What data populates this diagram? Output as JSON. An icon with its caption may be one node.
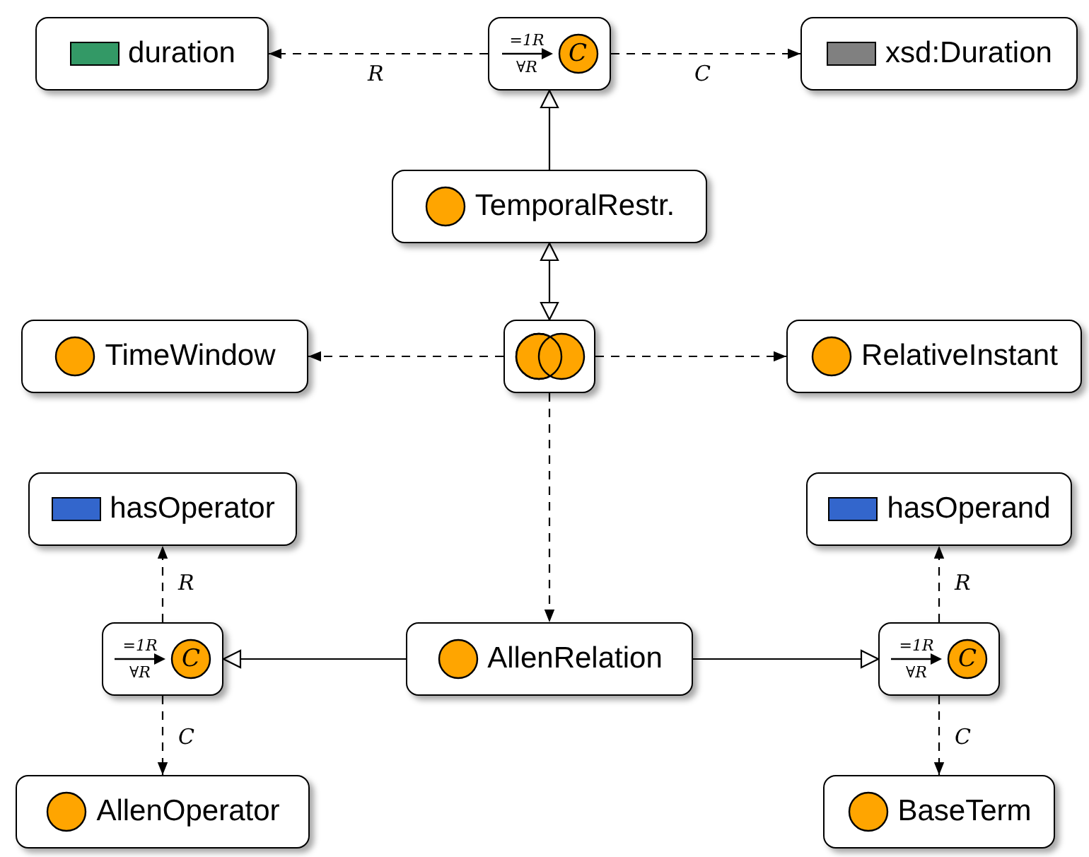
{
  "diagram": {
    "nodes": [
      {
        "text": [
          "duration"
        ]
      },
      {
        "text": [
          "=1R",
          "∀R",
          "C"
        ]
      },
      {
        "text": [
          "xsd:Duration"
        ]
      },
      {
        "text": [
          "TemporalRestr."
        ]
      },
      {
        "text": [
          "TimeWindow"
        ]
      },
      {
        "text": [],
        "shape": "circle"
      },
      {
        "text": [
          "RelativeInstant"
        ]
      },
      {
        "text": [
          "hasOperator"
        ]
      },
      {
        "text": [
          "hasOperand"
        ]
      },
      {
        "text": [
          "=1R",
          "∀R",
          "C"
        ]
      },
      {
        "text": [
          "AllenRelation"
        ]
      },
      {
        "text": [
          "=1R",
          "∀R",
          "C"
        ]
      },
      {
        "text": [
          "AllenOperator"
        ]
      },
      {
        "text": [
          "BaseTerm"
        ]
      }
    ],
    "edges": [
      {
        "from": 1,
        "to": 0,
        "arrow": "to",
        "style": "dashed",
        "label": "R"
      },
      {
        "from": 1,
        "to": 2,
        "arrow": "to",
        "style": "dashed",
        "label": "C"
      },
      {
        "from": 3,
        "to": 1,
        "arrow": "to"
      },
      {
        "from": 5,
        "to": 3,
        "arrow": "both"
      },
      {
        "from": 5,
        "to": 4,
        "arrow": "to",
        "style": "dashed"
      },
      {
        "from": 5,
        "to": 6,
        "arrow": "to",
        "style": "dashed"
      },
      {
        "from": 5,
        "to": 10,
        "arrow": "to",
        "style": "dashed"
      },
      {
        "from": 10,
        "to": 9,
        "arrow": "to"
      },
      {
        "from": 10,
        "to": 11,
        "arrow": "to"
      },
      {
        "from": 9,
        "to": 7,
        "arrow": "to",
        "style": "dashed",
        "label": "R"
      },
      {
        "from": 9,
        "to": 12,
        "arrow": "to",
        "style": "dashed",
        "label": "C"
      },
      {
        "from": 11,
        "to": 8,
        "arrow": "to",
        "style": "dashed",
        "label": "R"
      },
      {
        "from": 11,
        "to": 13,
        "arrow": "to",
        "style": "dashed",
        "label": "C"
      }
    ]
  }
}
